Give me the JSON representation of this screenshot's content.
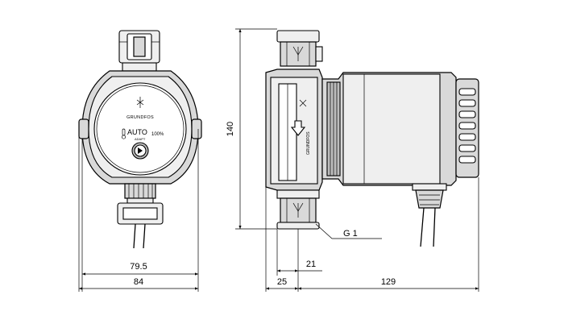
{
  "front_view": {
    "brand_text": "GRUNDFOS",
    "mode_text": "AUTO",
    "mode_sub_text": "ADAPT",
    "percent_text": "100%"
  },
  "dimensions": {
    "height": "140",
    "width_inner": "79.5",
    "width_outer": "84",
    "offset_a": "21",
    "offset_b": "25",
    "length": "129",
    "thread": "G 1"
  }
}
